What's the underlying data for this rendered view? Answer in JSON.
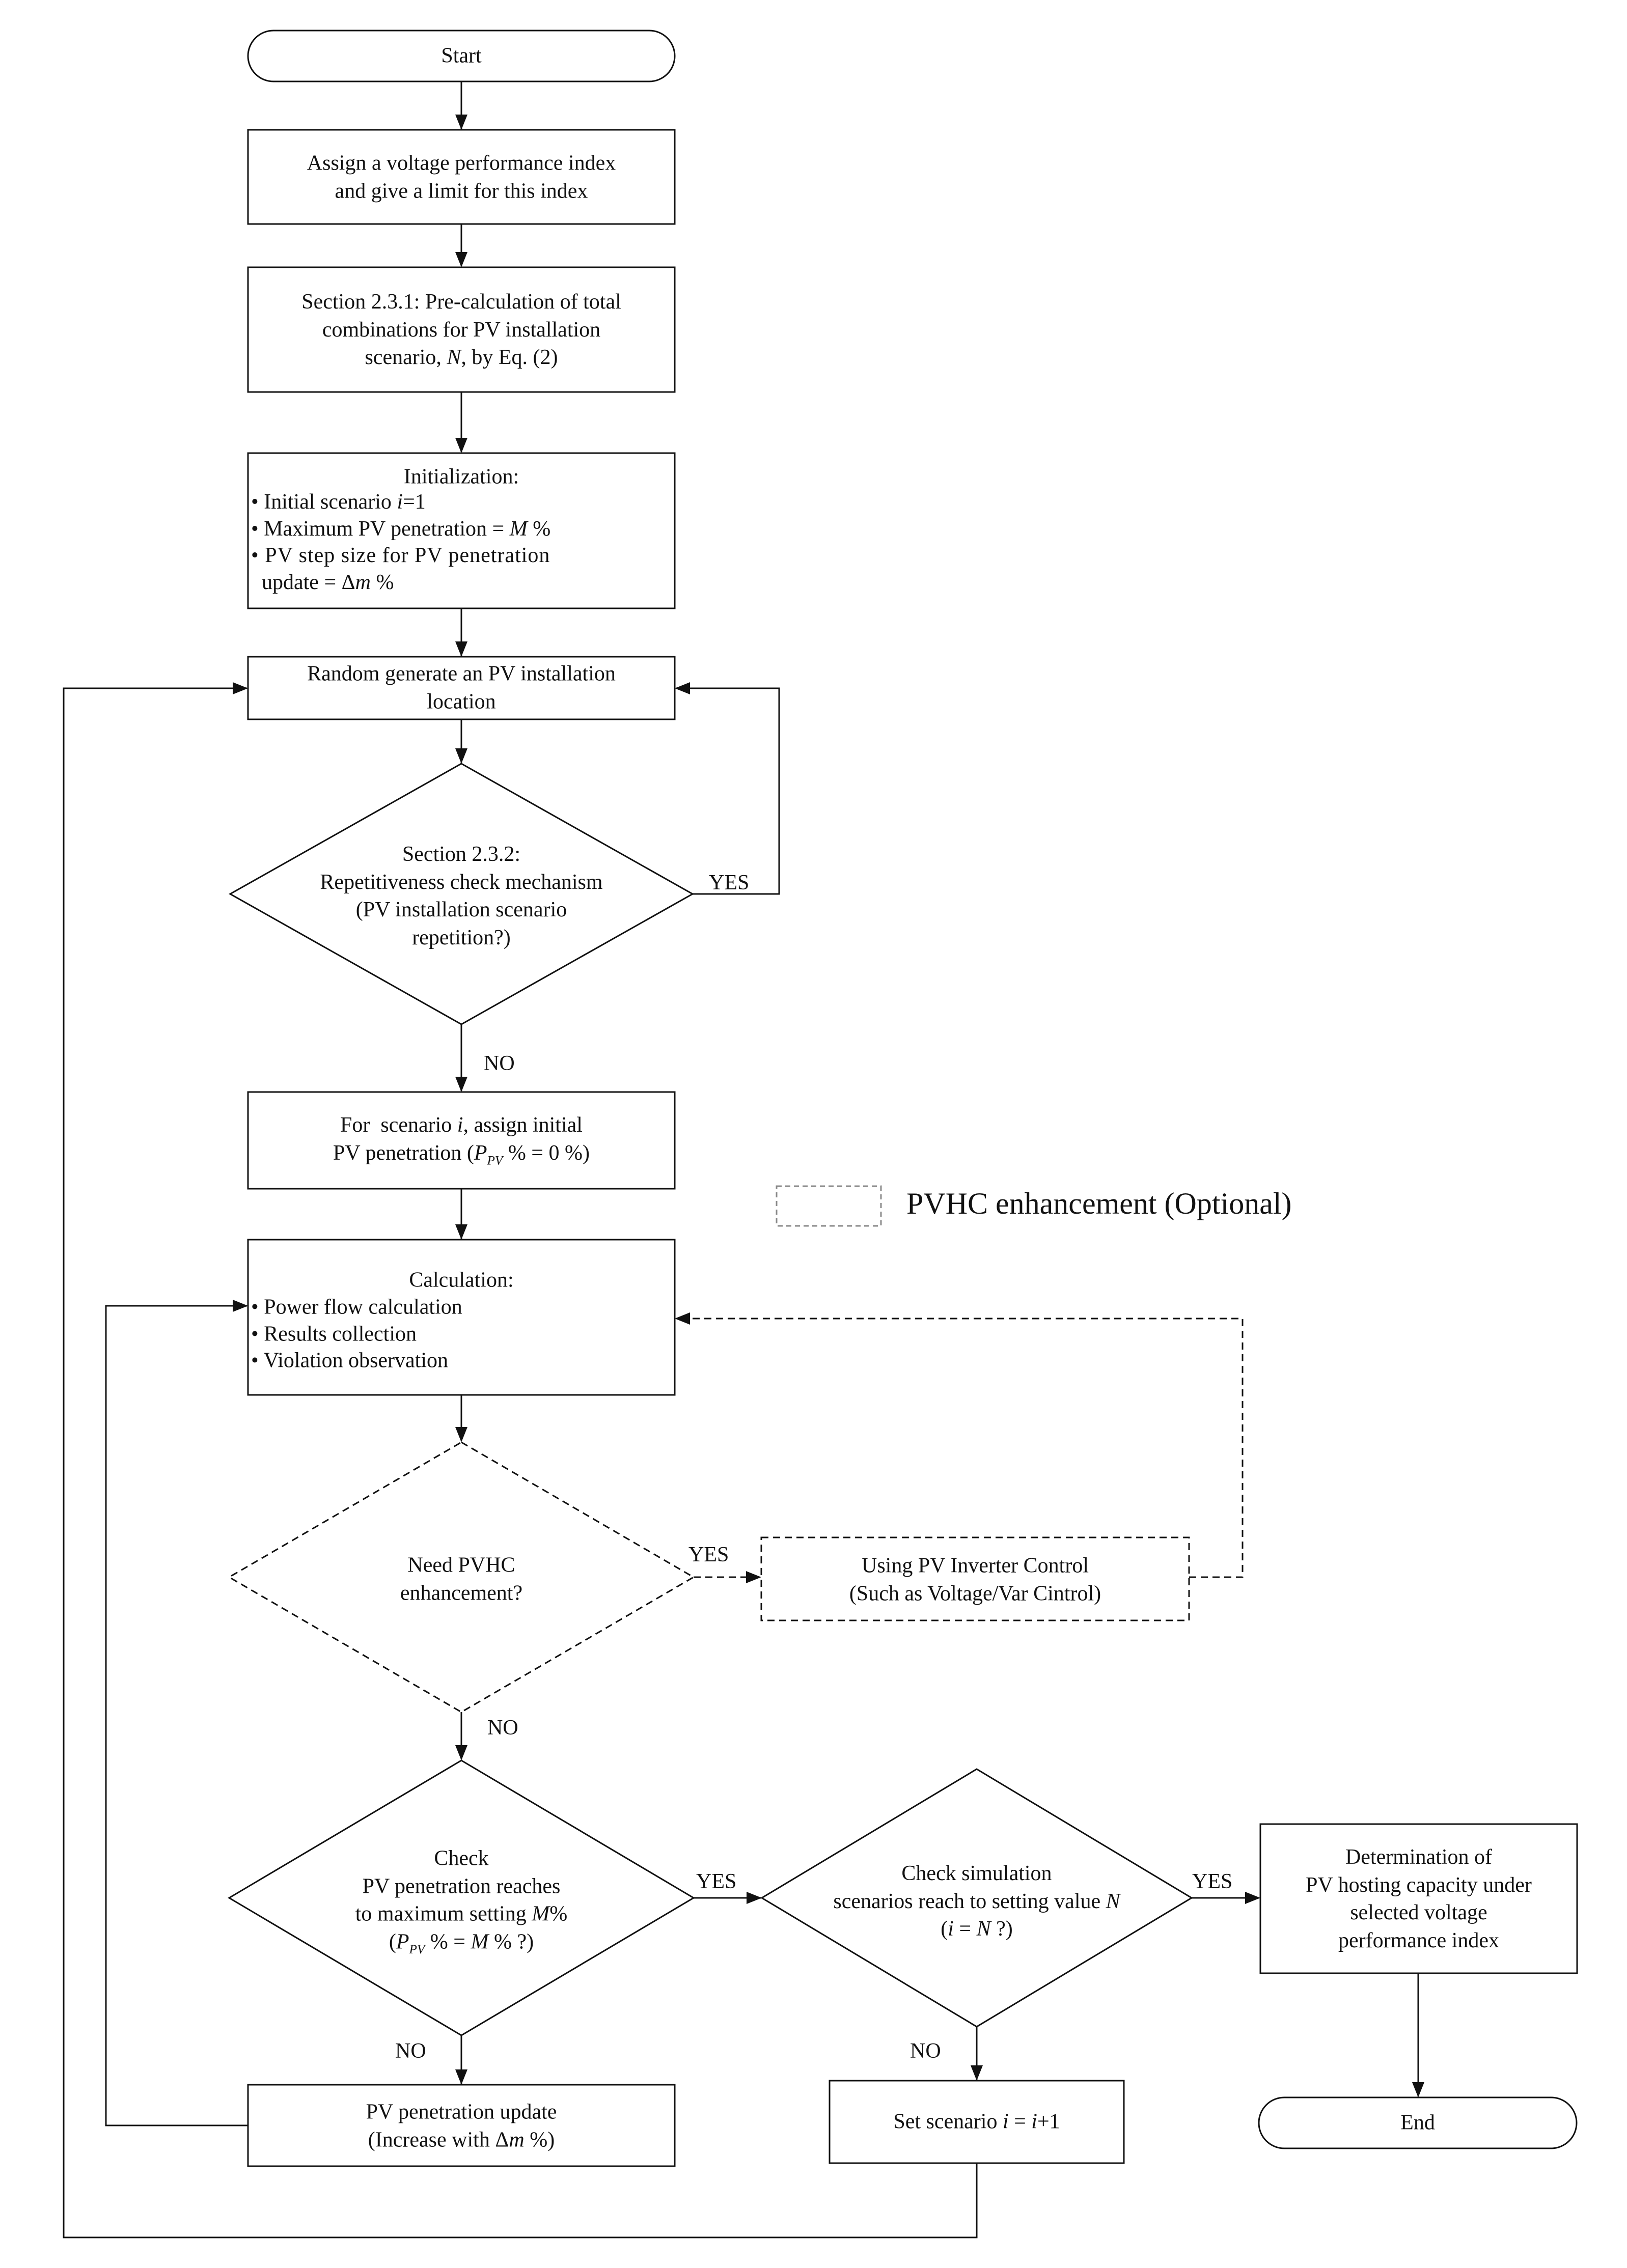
{
  "nodes": {
    "start": "Start",
    "assign_1": "Assign a voltage performance index",
    "assign_2": "and give a limit for this index",
    "section231_1": "Section 2.3.1: Pre-calculation of total",
    "section231_2": "combinations for PV installation",
    "section231_3_pre": "scenario, ",
    "section231_3_var": "N",
    "section231_3_post": ", by Eq. (2)",
    "init_title": "Initialization:",
    "init_b1_pre": "• Initial scenario ",
    "init_b1_var": "i",
    "init_b1_post": "=1",
    "init_b2_pre": "• Maximum PV penetration = ",
    "init_b2_var": "M",
    "init_b2_post": " %",
    "init_b3": "• PV step size for PV penetration",
    "init_b4_pre": "  update = Δ",
    "init_b4_var": "m",
    "init_b4_post": " %",
    "random_1": "Random generate an PV installation",
    "random_2": "location",
    "rep_1": "Section 2.3.2:",
    "rep_2": "Repetitiveness check mechanism",
    "rep_3": "(PV installation scenario",
    "rep_4": "repetition?)",
    "for_1_pre": "For  scenario ",
    "for_1_var": "i",
    "for_1_post": ", assign initial",
    "for_2_pre": "PV penetration (",
    "for_2_var": "P",
    "for_2_sub": "PV",
    "for_2_post": " % = 0 %)",
    "calc_title": "Calculation:",
    "calc_b1": "• Power flow calculation",
    "calc_b2": "• Results collection",
    "calc_b3": "• Violation observation",
    "need_1": "Need PVHC",
    "need_2": "enhancement?",
    "inv_1": "Using PV Inverter Control",
    "inv_2": "(Such as Voltage/Var Cintrol)",
    "check_1": "Check",
    "check_2": "PV penetration reaches",
    "check_3_pre": "to maximum setting ",
    "check_3_var": "M",
    "check_3_post": "%",
    "check_4_pre": "(",
    "check_4_var": "P",
    "check_4_sub": "PV",
    "check_4_mid": " % = ",
    "check_4_var2": "M",
    "check_4_post": " % ?)",
    "sim_1": "Check simulation",
    "sim_2_pre": "scenarios reach to setting value ",
    "sim_2_var": "N",
    "sim_3_pre": "(",
    "sim_3_var": "i",
    "sim_3_mid": " = ",
    "sim_3_var2": "N",
    "sim_3_post": " ?)",
    "det_1": "Determination of",
    "det_2": "PV hosting capacity under",
    "det_3": "selected voltage",
    "det_4": "performance index",
    "update_1": "PV penetration update",
    "update_2_pre": "(Increase with Δ",
    "update_2_var": "m",
    "update_2_post": " %)",
    "set_pre": "Set scenario ",
    "set_var": "i",
    "set_mid": " = ",
    "set_var2": "i",
    "set_post": "+1",
    "end": "End"
  },
  "edge_labels": {
    "yes": "YES",
    "no": "NO"
  },
  "legend": {
    "label": "PVHC enhancement (Optional)"
  }
}
